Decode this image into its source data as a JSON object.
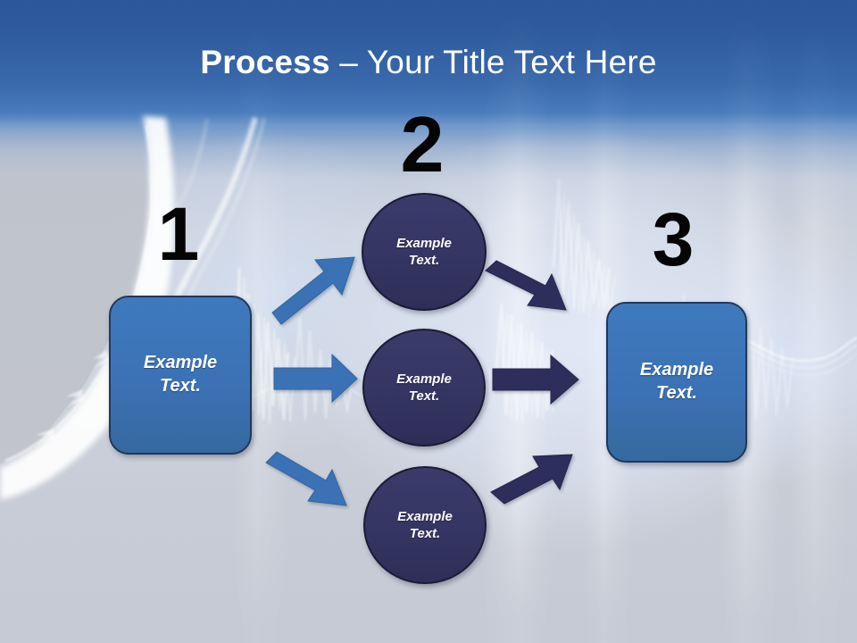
{
  "slide": {
    "title": {
      "bold_part": "Process",
      "rest_part": " – Your Title Text Here",
      "full": "Process – Your Title Text Here"
    },
    "theme": {
      "header_blue_dark": "#2c5799",
      "header_blue_light": "#4a7cbd",
      "background_grey": "#c9ccd6",
      "rect_fill": "#3b72b5",
      "rect_border": "#20375b",
      "circle_fill": "#353563",
      "circle_border": "#1b1b36",
      "arrow_blue": "#3a72b5",
      "arrow_navy": "#2e2e5c",
      "number_color": "#050505",
      "node_text_color": "#ffffff"
    },
    "step_numbers": [
      {
        "id": "1",
        "label": "1"
      },
      {
        "id": "2",
        "label": "2"
      },
      {
        "id": "3",
        "label": "3"
      }
    ],
    "nodes": {
      "input_box": {
        "line1": "Example",
        "line2": "Text."
      },
      "circle_top": {
        "line1": "Example",
        "line2": "Text."
      },
      "circle_middle": {
        "line1": "Example",
        "line2": "Text."
      },
      "circle_bottom": {
        "line1": "Example",
        "line2": "Text."
      },
      "output_box": {
        "line1": "Example",
        "line2": "Text."
      }
    },
    "connectors": [
      {
        "name": "input-to-top",
        "color": "#3a72b5",
        "direction": "up-right"
      },
      {
        "name": "input-to-middle",
        "color": "#3a72b5",
        "direction": "right"
      },
      {
        "name": "input-to-bottom",
        "color": "#3a72b5",
        "direction": "down-right"
      },
      {
        "name": "top-to-output",
        "color": "#2e2e5c",
        "direction": "down-right"
      },
      {
        "name": "middle-to-output",
        "color": "#2e2e5c",
        "direction": "right"
      },
      {
        "name": "bottom-to-output",
        "color": "#2e2e5c",
        "direction": "up-right"
      }
    ]
  }
}
